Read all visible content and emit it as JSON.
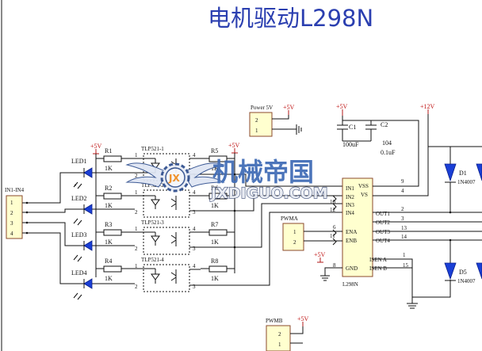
{
  "title": "电机驱动L298N",
  "power": {
    "p5v": "+5V",
    "p12v": "+12V"
  },
  "connectors": {
    "in": {
      "name": "IN1-IN4",
      "pins": [
        "1",
        "2",
        "3",
        "4"
      ]
    },
    "power5v": {
      "name": "Power 5V",
      "pins": [
        "2",
        "1"
      ]
    },
    "pwma": {
      "name": "PWMA",
      "pins": [
        "1",
        "2"
      ]
    },
    "pwmb": {
      "name": "PWMB",
      "pins": [
        "2",
        "1"
      ]
    }
  },
  "leds": [
    "LED1",
    "LED2",
    "LED3",
    "LED4"
  ],
  "input_resistors": [
    {
      "name": "R1",
      "value": "1K"
    },
    {
      "name": "R2",
      "value": "1K"
    },
    {
      "name": "R3",
      "value": "1K"
    },
    {
      "name": "R4",
      "value": "1K"
    }
  ],
  "output_resistors": [
    {
      "name": "R5",
      "value": "1K"
    },
    {
      "name": "R6",
      "value": "1K"
    },
    {
      "name": "R7",
      "value": "1K"
    },
    {
      "name": "R8",
      "value": "1K"
    }
  ],
  "optocouplers": {
    "names": [
      "TLP521-1",
      "TLP521-2",
      "TLP521-3",
      "TLP521-4"
    ],
    "pin_left_top": "1",
    "pin_left_bottom": "2",
    "pin_right_top": "4",
    "pin_right_bottom": "3"
  },
  "capacitors": {
    "c1": {
      "name": "C1",
      "value": "100uF"
    },
    "c2": {
      "name": "C2",
      "value": "104",
      "value2": "0.1uF"
    }
  },
  "chip": {
    "part": "L298N",
    "left_pins": [
      {
        "num": "",
        "name": "IN1"
      },
      {
        "num": "",
        "name": "IN2"
      },
      {
        "num": "10",
        "name": "IN3"
      },
      {
        "num": "12",
        "name": "IN4"
      },
      {
        "num": "6",
        "name": "ENA"
      },
      {
        "num": "11",
        "name": "ENB"
      },
      {
        "num": "8",
        "name": "GND"
      }
    ],
    "right_pins": [
      {
        "num": "9",
        "name": "VSS"
      },
      {
        "num": "4",
        "name": "VS"
      },
      {
        "num": "2",
        "name": "OUT1"
      },
      {
        "num": "3",
        "name": "OUT2"
      },
      {
        "num": "13",
        "name": "OUT3"
      },
      {
        "num": "14",
        "name": "OUT4"
      },
      {
        "num": "1",
        "name": "ISEN A"
      },
      {
        "num": "15",
        "name": "ISEN B"
      }
    ]
  },
  "diodes": [
    {
      "name": "D1",
      "part": "1N4007"
    },
    {
      "name": "D5",
      "part": "1N4007"
    }
  ],
  "watermark": {
    "brand": "机械帝国",
    "site": "JXDIGUO.COM",
    "emblem": "JX"
  }
}
